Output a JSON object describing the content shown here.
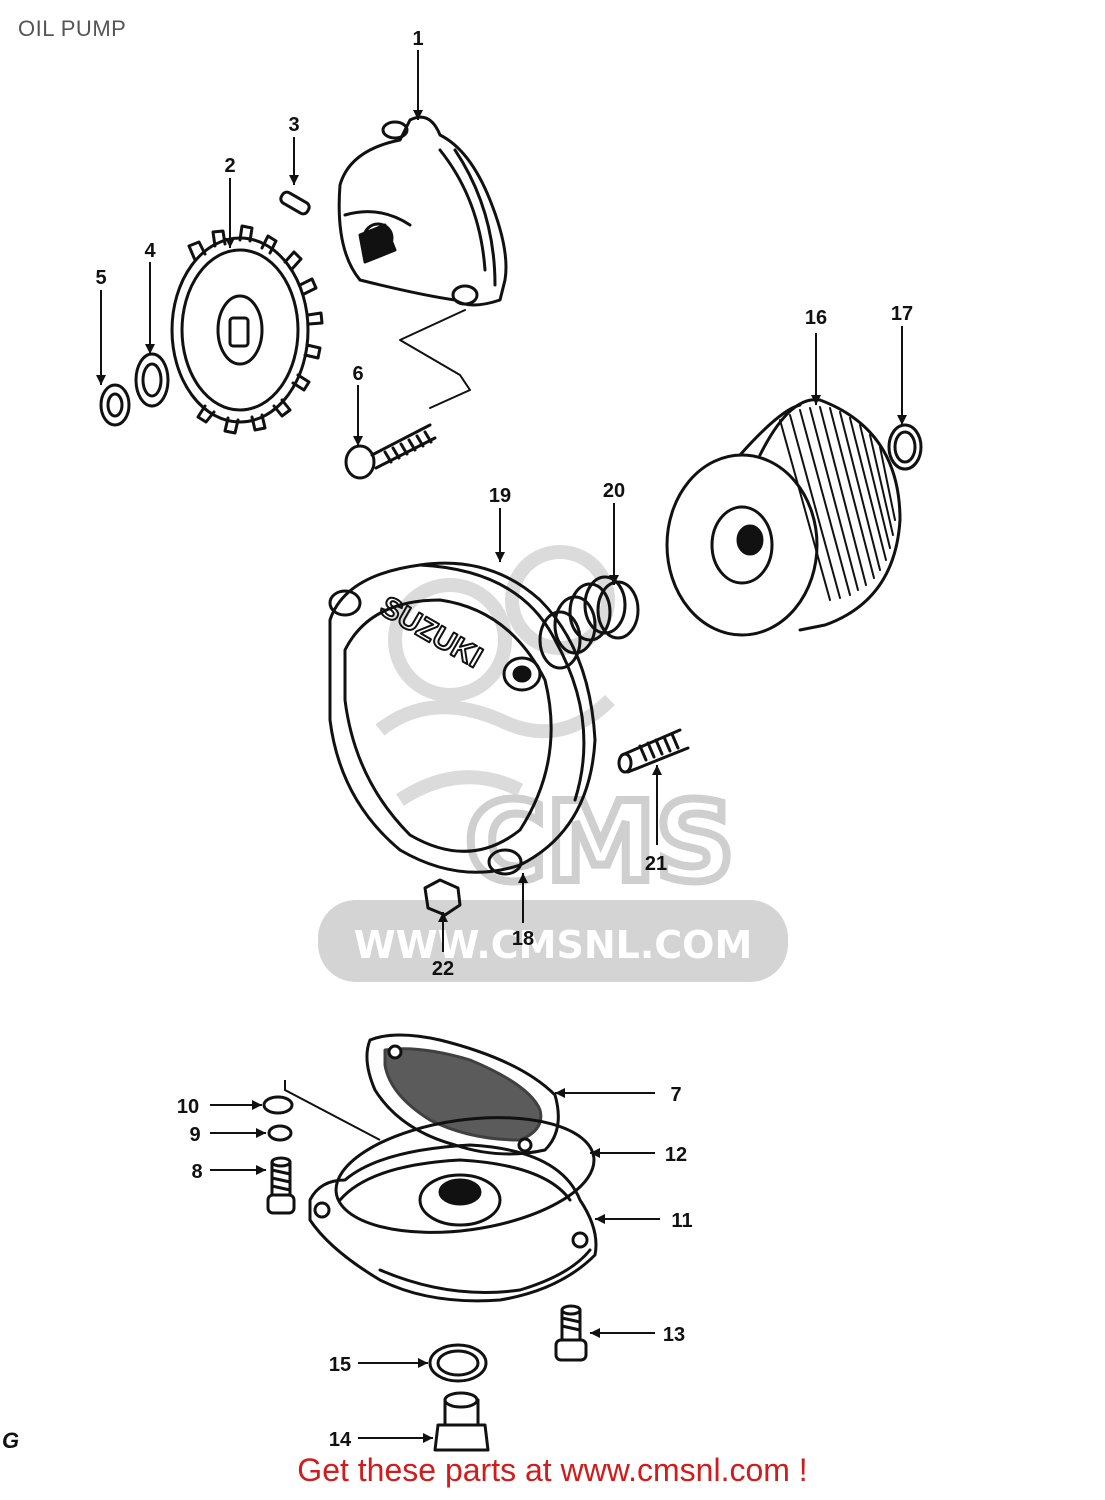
{
  "page": {
    "title": "OIL PUMP",
    "footer_text": "Get these parts at www.cmsnl.com !",
    "stamp_char": "G",
    "watermark": {
      "text": "WWW.CMSNL.COM",
      "logo_text": "CMS",
      "color": "#c8c8c8"
    }
  },
  "parts": [
    {
      "id": "1"
    },
    {
      "id": "2"
    },
    {
      "id": "3"
    },
    {
      "id": "4"
    },
    {
      "id": "5"
    },
    {
      "id": "6"
    },
    {
      "id": "7"
    },
    {
      "id": "8"
    },
    {
      "id": "9"
    },
    {
      "id": "10"
    },
    {
      "id": "11"
    },
    {
      "id": "12"
    },
    {
      "id": "13"
    },
    {
      "id": "14"
    },
    {
      "id": "15"
    },
    {
      "id": "16"
    },
    {
      "id": "17"
    },
    {
      "id": "18"
    },
    {
      "id": "19"
    },
    {
      "id": "20"
    },
    {
      "id": "21"
    },
    {
      "id": "22"
    }
  ],
  "cover_brand": "SUZUKI",
  "colors": {
    "ink": "#111111",
    "footer": "#d01c1c",
    "title": "#555555"
  }
}
